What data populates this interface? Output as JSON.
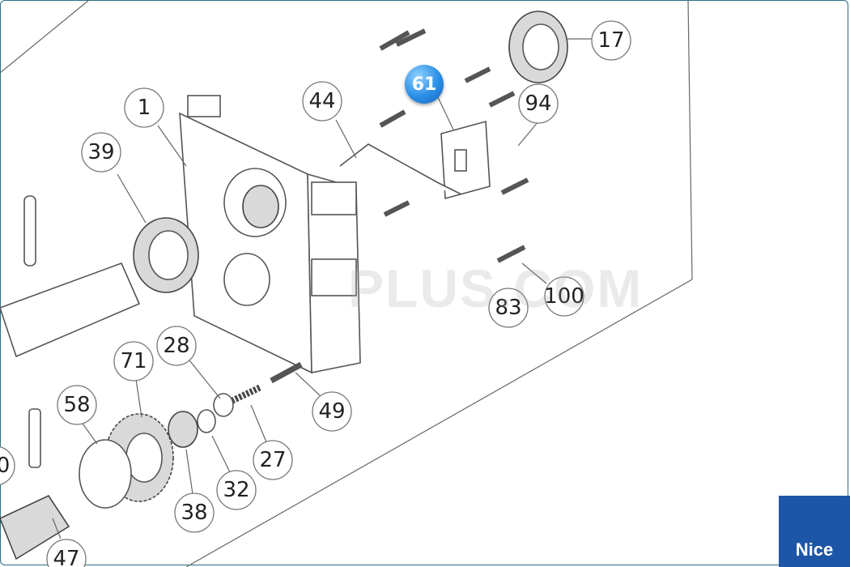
{
  "callouts": {
    "c17": "17",
    "c61": "61",
    "c94": "94",
    "c44": "44",
    "c1": "1",
    "c39": "39",
    "c83": "83",
    "c100": "100",
    "c28": "28",
    "c71": "71",
    "c49": "49",
    "c58": "58",
    "c27": "27",
    "c32": "32",
    "c38": "38",
    "c47": "47",
    "c0": "0"
  },
  "watermark": "PLUS.COM",
  "brand": {
    "label": "Nice",
    "color": "#1d56a6"
  },
  "highlight": {
    "label": "61",
    "color": "#2a8ee6"
  }
}
